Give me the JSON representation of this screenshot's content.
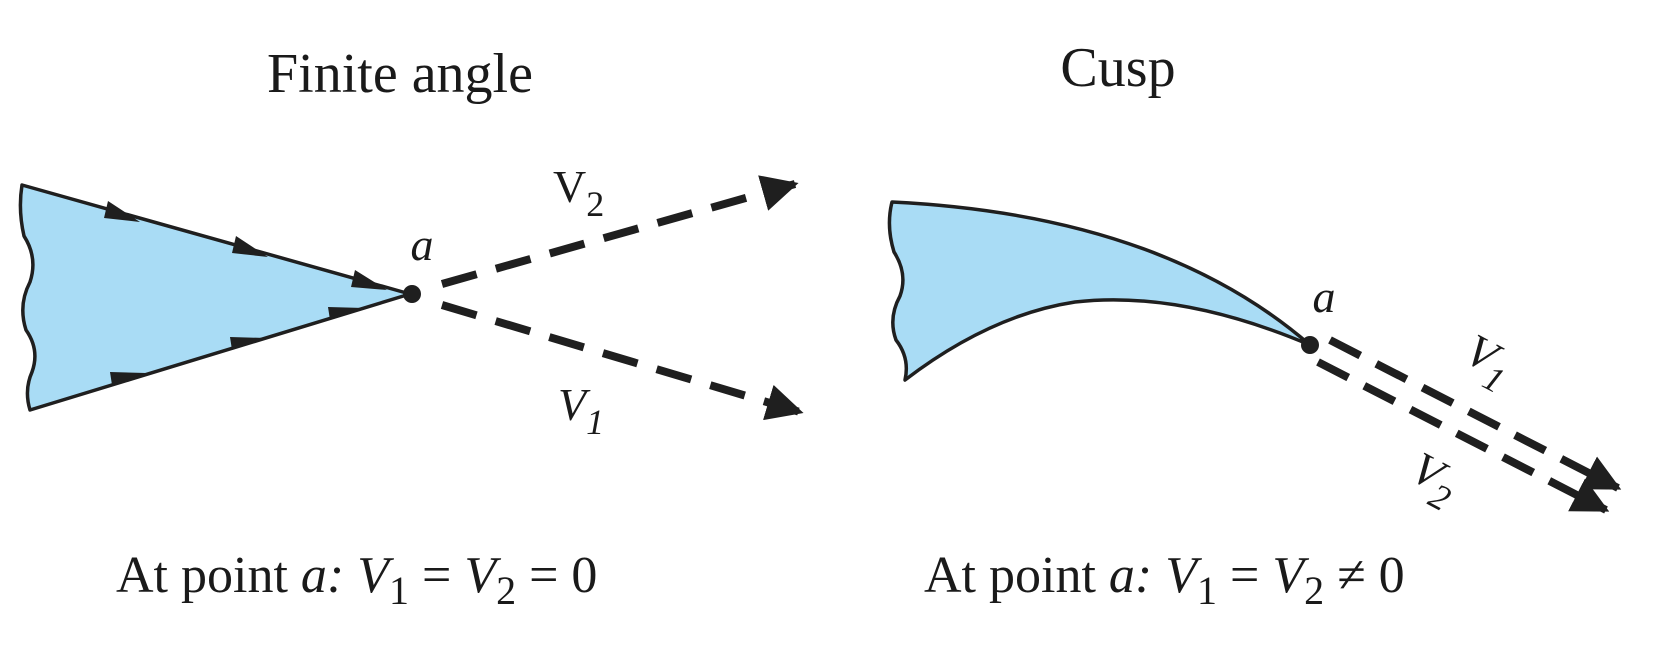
{
  "colors": {
    "fill": "#a9dcf5",
    "stroke": "#1f1f1f",
    "text": "#1a1a1a"
  },
  "left_panel": {
    "title": "Finite angle",
    "point_label": "a",
    "upper_vector": {
      "symbol": "V",
      "subscript": "2"
    },
    "lower_vector": {
      "symbol": "V",
      "subscript": "1"
    },
    "caption": {
      "prefix": "At point ",
      "point": "a:",
      "v1": "V",
      "v1_sub": "1",
      "eq1": " = ",
      "v2": "V",
      "v2_sub": "2",
      "rel": " = ",
      "value": "0"
    }
  },
  "right_panel": {
    "title": "Cusp",
    "point_label": "a",
    "upper_vector": {
      "symbol": "V",
      "subscript": "1"
    },
    "lower_vector": {
      "symbol": "V",
      "subscript": "2"
    },
    "caption": {
      "prefix": "At point ",
      "point": "a:",
      "v1": "V",
      "v1_sub": "1",
      "eq1": " = ",
      "v2": "V",
      "v2_sub": "2",
      "rel": " ≠ ",
      "value": "0"
    }
  }
}
